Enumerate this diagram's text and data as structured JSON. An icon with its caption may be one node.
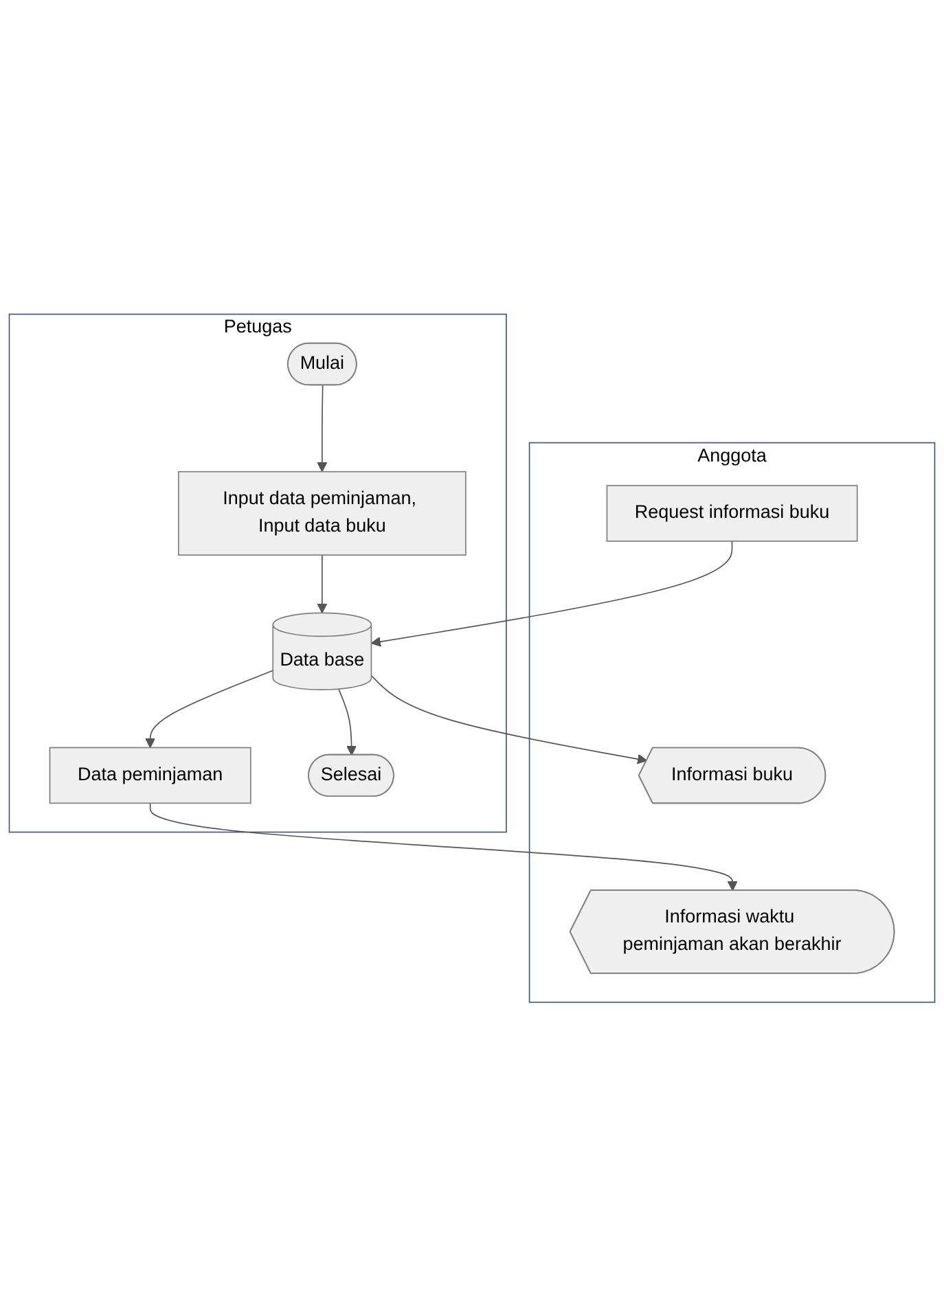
{
  "diagram": {
    "nodes": [
      {
        "text": [
          "Anggota"
        ]
      },
      {
        "text": [
          "Petugas"
        ]
      },
      {
        "text": [
          "Mulai"
        ],
        "in": 1
      },
      {
        "text": [
          "Request informasi buku"
        ],
        "in": 0
      },
      {
        "text": [
          "Input data peminjaman, Input data buku"
        ],
        "in": 1
      },
      {
        "text": [
          "Data base"
        ],
        "in": 1
      },
      {
        "text": [
          "Informasi waktu peminjaman akan berakhir"
        ],
        "in": 0
      },
      {
        "text": [
          "Data peminjaman"
        ],
        "in": 1
      },
      {
        "text": [
          "Informasi buku"
        ],
        "in": 0
      },
      {
        "text": [
          "Selesai"
        ],
        "in": 1
      }
    ],
    "edges": [
      {
        "from": 2,
        "to": 4,
        "arrow": "to"
      },
      {
        "from": 4,
        "to": 5,
        "arrow": "to"
      },
      {
        "from": 3,
        "to": 5,
        "arrow": "to"
      },
      {
        "from": 5,
        "to": 7,
        "arrow": "to"
      },
      {
        "from": 7,
        "to": 6,
        "arrow": "to"
      },
      {
        "from": 5,
        "to": 8,
        "arrow": "to"
      },
      {
        "from": 5,
        "to": 9,
        "arrow": "to"
      }
    ]
  }
}
